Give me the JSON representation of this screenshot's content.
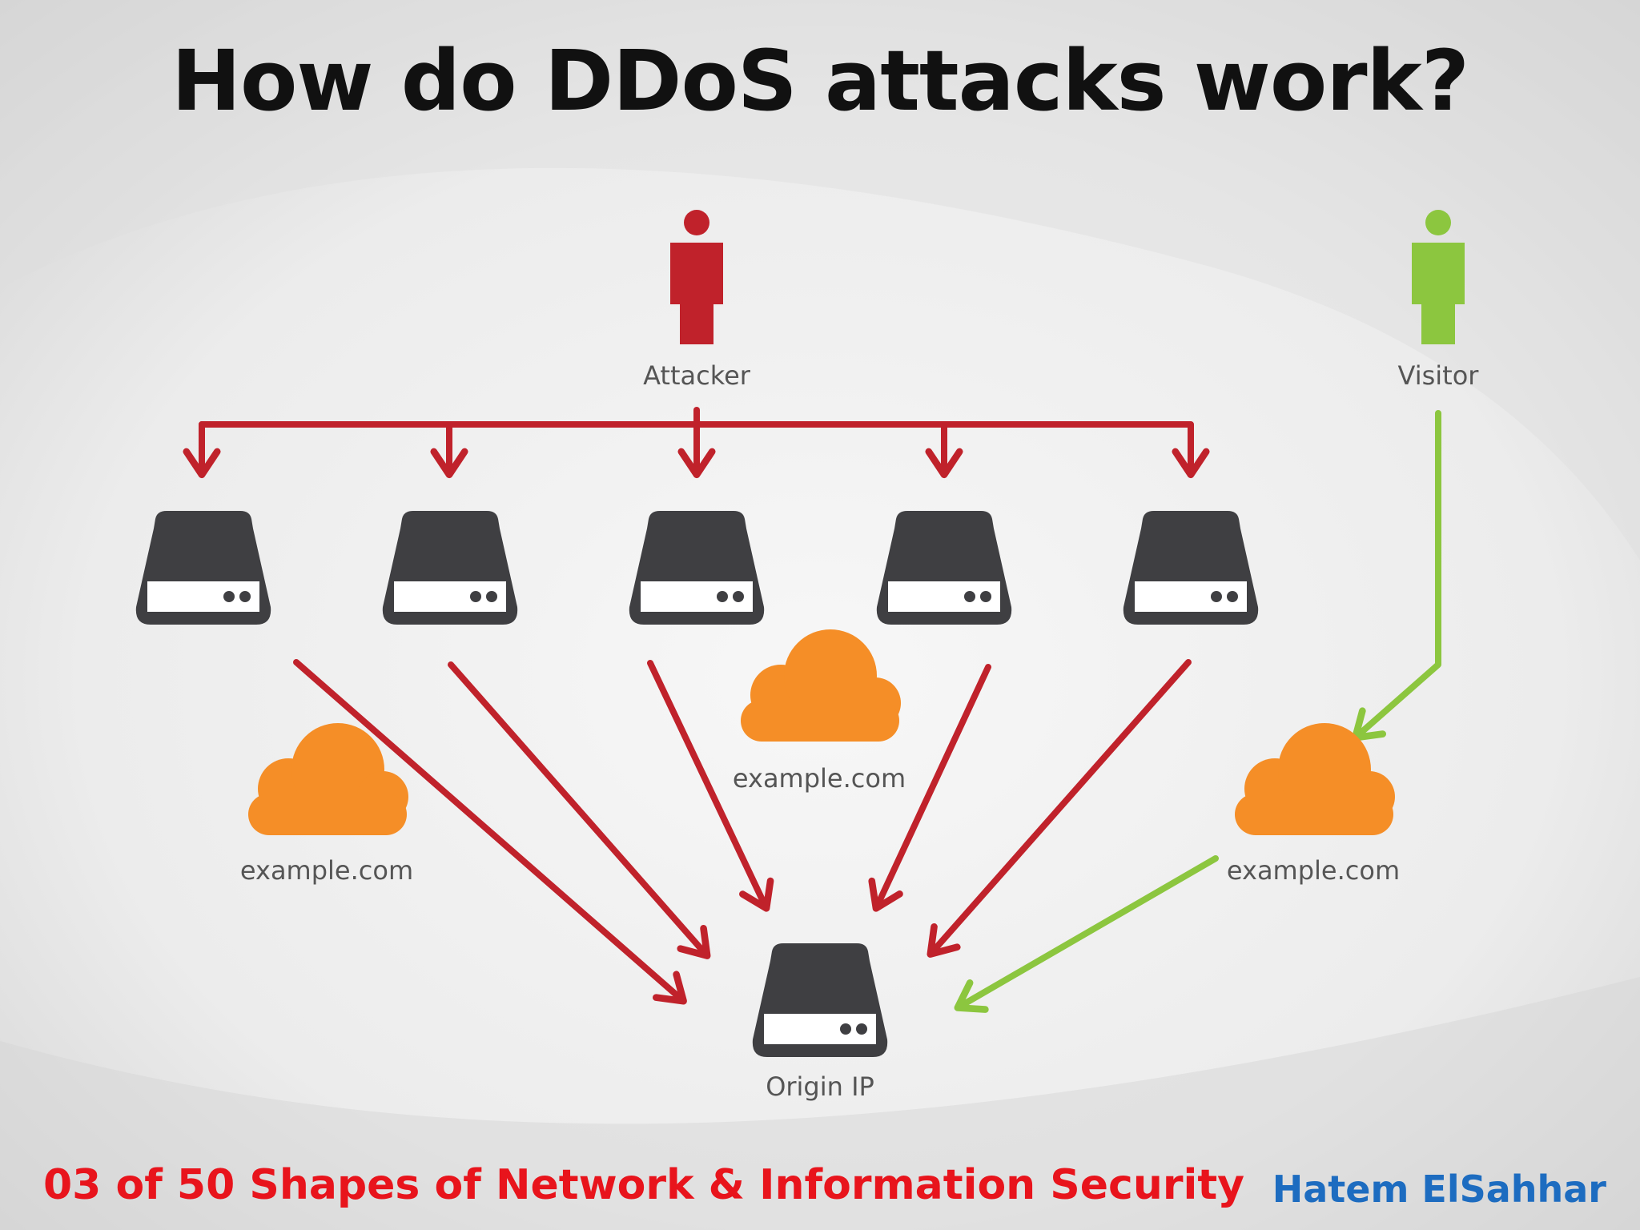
{
  "title": "How do DDoS attacks work?",
  "labels": {
    "attacker": "Attacker",
    "visitor": "Visitor",
    "cloud_left": "example.com",
    "cloud_center": "example.com",
    "cloud_right": "example.com",
    "origin": "Origin IP"
  },
  "footer": {
    "series": "03 of 50 Shapes of Network & Information Security",
    "author": "Hatem ElSahhar"
  },
  "colors": {
    "attack": "#c0222b",
    "visitor": "#8cc63f",
    "cloud": "#f58e27",
    "server": "#3f3f42",
    "title": "#111111",
    "footer_series": "#e8141c",
    "footer_author": "#1d6cc0"
  },
  "icons": {
    "attacker": "person-icon",
    "visitor": "person-icon",
    "bot": "server-icon",
    "origin": "server-icon",
    "cdn": "cloud-icon"
  }
}
